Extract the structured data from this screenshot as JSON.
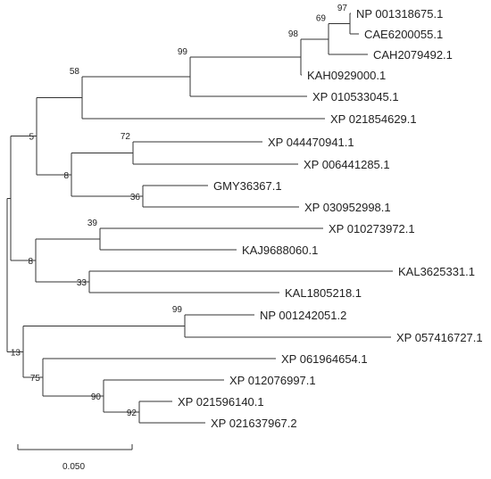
{
  "leaves": [
    {
      "id": "l1",
      "label": "NP 001318675.1"
    },
    {
      "id": "l2",
      "label": "CAE6200055.1"
    },
    {
      "id": "l3",
      "label": "CAH2079492.1"
    },
    {
      "id": "l4",
      "label": "KAH0929000.1"
    },
    {
      "id": "l5",
      "label": "XP 010533045.1"
    },
    {
      "id": "l6",
      "label": "XP 021854629.1"
    },
    {
      "id": "l7",
      "label": "XP 044470941.1"
    },
    {
      "id": "l8",
      "label": "XP 006441285.1"
    },
    {
      "id": "l9",
      "label": "GMY36367.1"
    },
    {
      "id": "l10",
      "label": "XP 030952998.1"
    },
    {
      "id": "l11",
      "label": "XP 010273972.1"
    },
    {
      "id": "l12",
      "label": "KAJ9688060.1"
    },
    {
      "id": "l13",
      "label": "KAL3625331.1"
    },
    {
      "id": "l14",
      "label": "KAL1805218.1"
    },
    {
      "id": "l15",
      "label": "NP 001242051.2"
    },
    {
      "id": "l16",
      "label": "XP 057416727.1"
    },
    {
      "id": "l17",
      "label": "XP 061964654.1"
    },
    {
      "id": "l18",
      "label": "XP 012076997.1"
    },
    {
      "id": "l19",
      "label": "XP 021596140.1"
    },
    {
      "id": "l20",
      "label": "XP 021637967.2"
    }
  ],
  "bootstrap": [
    {
      "id": "n97",
      "value": "97"
    },
    {
      "id": "n69",
      "value": "69"
    },
    {
      "id": "n98",
      "value": "98"
    },
    {
      "id": "n99a",
      "value": "99"
    },
    {
      "id": "n58",
      "value": "58"
    },
    {
      "id": "n5",
      "value": "5"
    },
    {
      "id": "n72",
      "value": "72"
    },
    {
      "id": "n36",
      "value": "36"
    },
    {
      "id": "n8a",
      "value": "8"
    },
    {
      "id": "n39",
      "value": "39"
    },
    {
      "id": "n33",
      "value": "33"
    },
    {
      "id": "n8b",
      "value": "8"
    },
    {
      "id": "n99b",
      "value": "99"
    },
    {
      "id": "n92",
      "value": "92"
    },
    {
      "id": "n90",
      "value": "90"
    },
    {
      "id": "n75",
      "value": "75"
    },
    {
      "id": "n13",
      "value": "13"
    }
  ],
  "scale_bar": {
    "label": "0.050"
  }
}
